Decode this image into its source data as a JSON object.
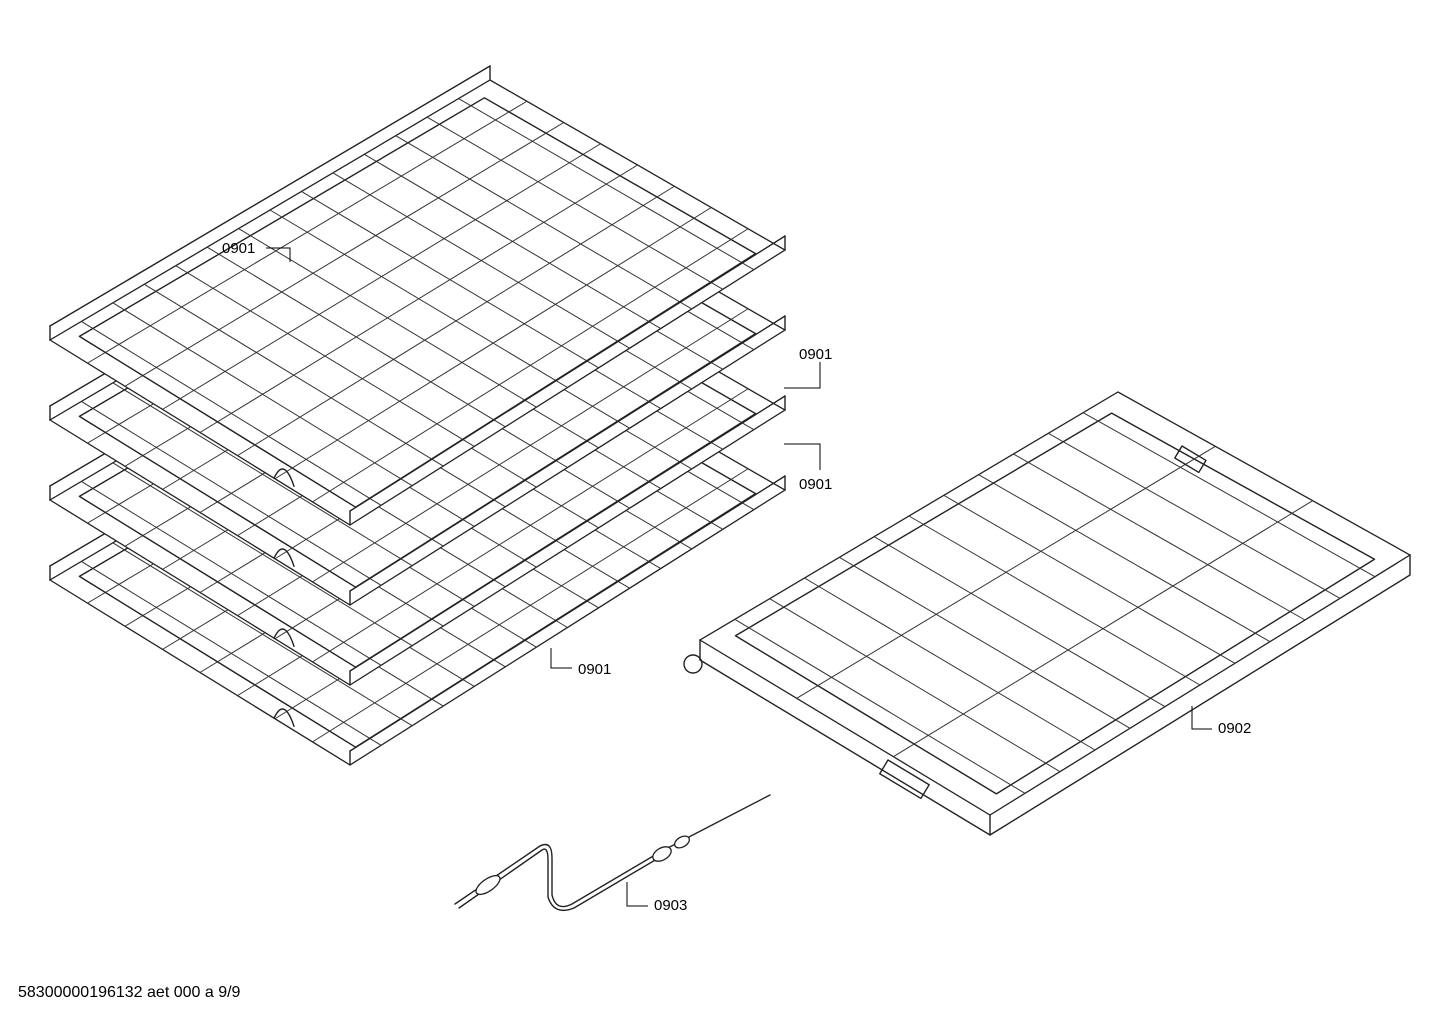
{
  "callouts": {
    "rack_1": "0901",
    "rack_2": "0901",
    "rack_3": "0901",
    "rack_4": "0901",
    "pullout_shelf": "0902",
    "probe": "0903"
  },
  "footer": {
    "doc_id": "58300000196132 aet 000 a 9/9"
  },
  "colors": {
    "line": "#222222",
    "background": "#ffffff"
  }
}
